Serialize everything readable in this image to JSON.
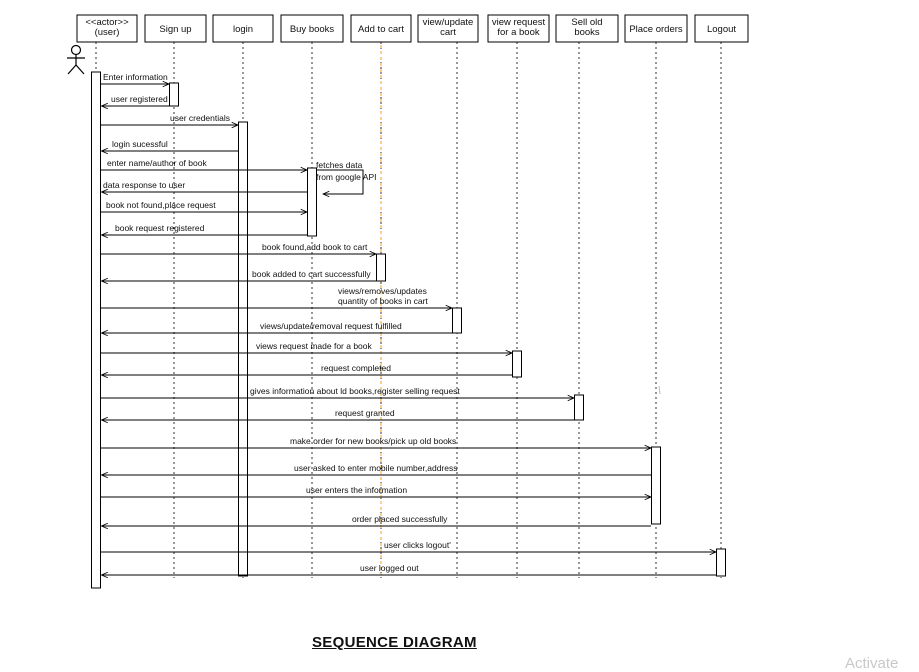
{
  "diagram": {
    "title": "SEQUENCE DIAGRAM",
    "actor_icon": "stick-figure-icon",
    "participants": [
      {
        "id": "user",
        "lines": [
          "<<actor>>",
          "(user)"
        ]
      },
      {
        "id": "signup",
        "lines": [
          "Sign up"
        ]
      },
      {
        "id": "login",
        "lines": [
          "login"
        ]
      },
      {
        "id": "buybooks",
        "lines": [
          "Buy books"
        ]
      },
      {
        "id": "addtocart",
        "lines": [
          "Add to cart"
        ]
      },
      {
        "id": "viewcart",
        "lines": [
          "view/update",
          "cart"
        ]
      },
      {
        "id": "viewrequest",
        "lines": [
          "view request",
          "for a book"
        ]
      },
      {
        "id": "sellold",
        "lines": [
          "Sell old",
          "books"
        ]
      },
      {
        "id": "placeorders",
        "lines": [
          "Place orders"
        ]
      },
      {
        "id": "logout",
        "lines": [
          "Logout"
        ]
      }
    ],
    "messages": [
      {
        "from": "user",
        "to": "signup",
        "lines": [
          "Enter information"
        ]
      },
      {
        "from": "signup",
        "to": "user",
        "lines": [
          "user registered"
        ]
      },
      {
        "from": "user",
        "to": "login",
        "lines": [
          "user credentials"
        ]
      },
      {
        "from": "login",
        "to": "user",
        "lines": [
          "login sucessful"
        ]
      },
      {
        "from": "user",
        "to": "buybooks",
        "lines": [
          "enter name/author of book"
        ]
      },
      {
        "from": "buybooks",
        "to": "buybooks",
        "lines": [
          "fetches data",
          "from google API"
        ]
      },
      {
        "from": "buybooks",
        "to": "user",
        "lines": [
          "data response to user"
        ]
      },
      {
        "from": "user",
        "to": "buybooks",
        "lines": [
          "book not found,place request"
        ]
      },
      {
        "from": "buybooks",
        "to": "user",
        "lines": [
          "book request registered"
        ]
      },
      {
        "from": "user",
        "to": "addtocart",
        "lines": [
          "book found,add book to cart"
        ]
      },
      {
        "from": "addtocart",
        "to": "user",
        "lines": [
          "book added to cart successfully"
        ]
      },
      {
        "from": "user",
        "to": "viewcart",
        "lines": [
          "views/removes/updates",
          "quantity of books in cart"
        ]
      },
      {
        "from": "viewcart",
        "to": "user",
        "lines": [
          "views/update/removal request fulfilled"
        ]
      },
      {
        "from": "user",
        "to": "viewrequest",
        "lines": [
          "views request made for a book"
        ]
      },
      {
        "from": "viewrequest",
        "to": "user",
        "lines": [
          "request completed"
        ]
      },
      {
        "from": "user",
        "to": "sellold",
        "lines": [
          "gives information about ld books,register selling request"
        ]
      },
      {
        "from": "sellold",
        "to": "user",
        "lines": [
          "request granted"
        ]
      },
      {
        "from": "user",
        "to": "placeorders",
        "lines": [
          "make order for new books/pick up old books"
        ]
      },
      {
        "from": "placeorders",
        "to": "user",
        "lines": [
          "user asked to enter mobile number,address"
        ]
      },
      {
        "from": "user",
        "to": "placeorders",
        "lines": [
          "user enters the information"
        ]
      },
      {
        "from": "placeorders",
        "to": "user",
        "lines": [
          "order placed successfully"
        ]
      },
      {
        "from": "user",
        "to": "logout",
        "lines": [
          "user clicks logout'"
        ]
      },
      {
        "from": "logout",
        "to": "user",
        "lines": [
          "user logged out"
        ]
      }
    ]
  },
  "watermark": "Activate"
}
